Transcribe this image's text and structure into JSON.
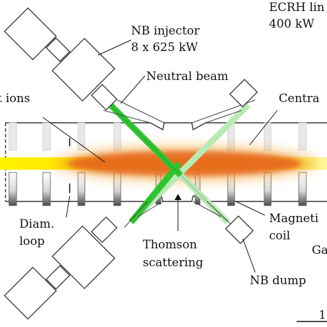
{
  "labels": {
    "ecrh_line1": "ECRH lin",
    "ecrh_line2": "400 kW",
    "nb_injector_line1": "NB injector",
    "nb_injector_line2": "8 x 625 kW",
    "neutral_beam": "Neutral beam",
    "hot_ions": "t ions",
    "central": "Centra",
    "diam_line1": "Diam.",
    "diam_line2": "loop",
    "thomson_line1": "Thomson",
    "thomson_line2": "scattering",
    "magnetic_line1": "Magneti",
    "magnetic_line2": "coil",
    "gas": "Ga",
    "nb_dump": "NB dump",
    "scale_fragment": "1"
  },
  "colors": {
    "injected_beam": "#2fc52f",
    "dumped_beam": "#b9eab5",
    "plasma_core": "#e5661f",
    "plasma_axis": "#ffe600",
    "outline": "#333333"
  }
}
